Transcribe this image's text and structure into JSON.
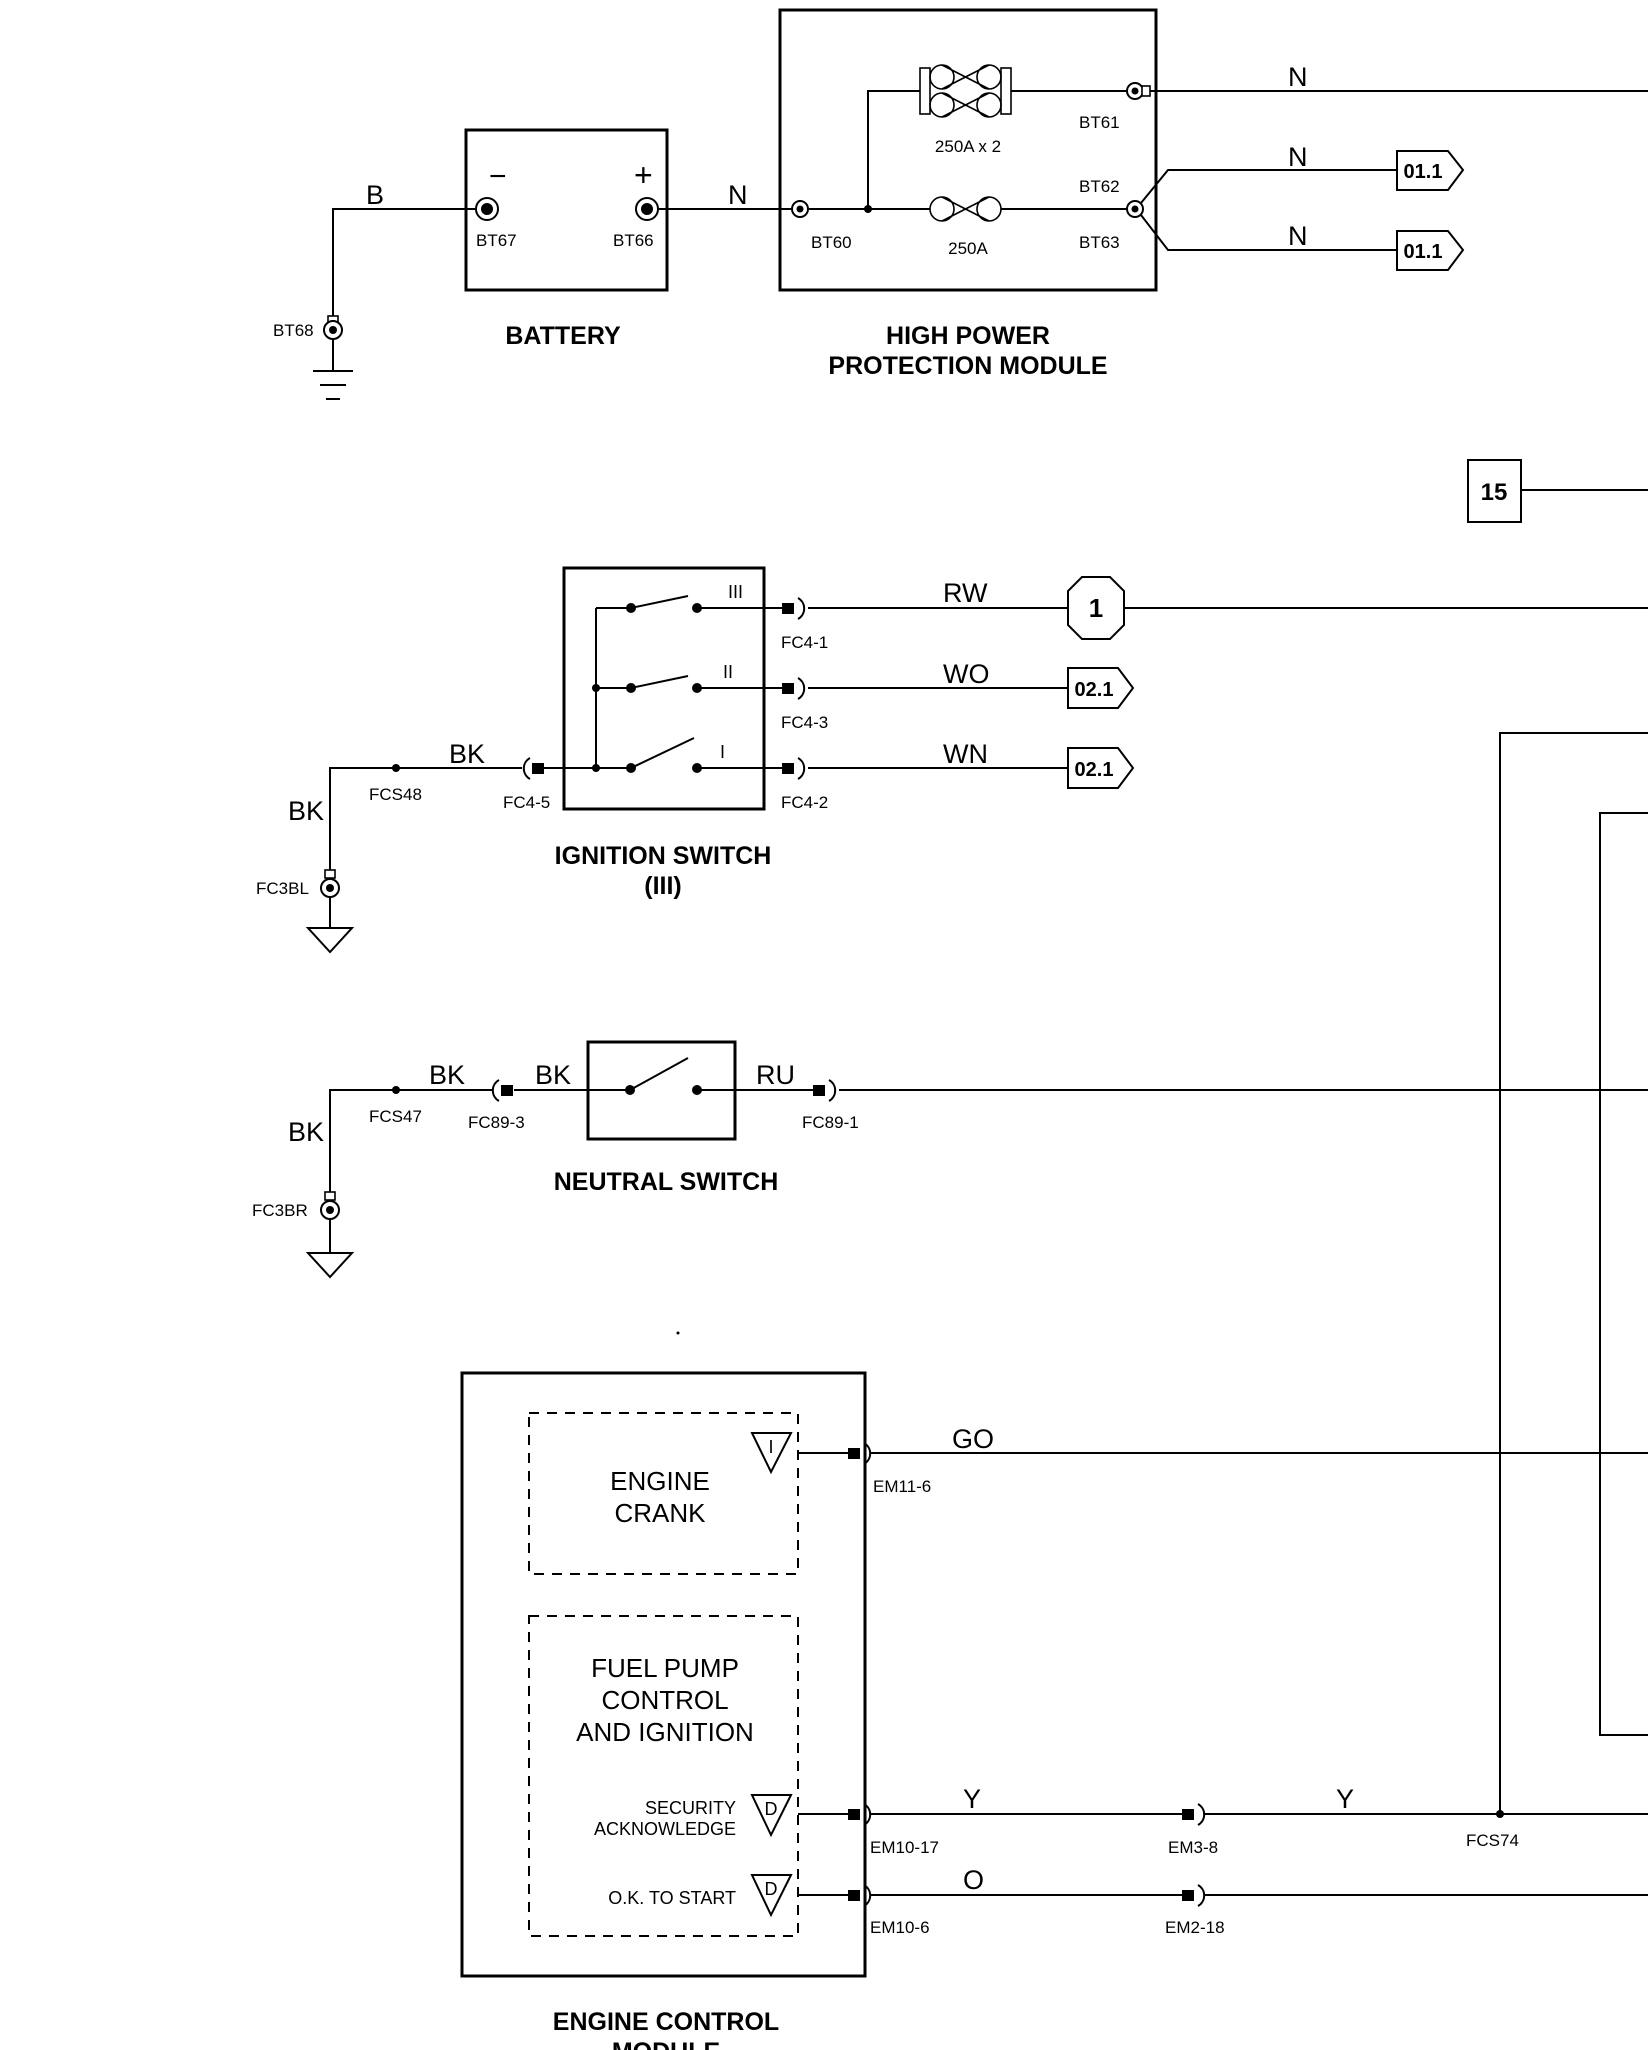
{
  "components": {
    "battery": {
      "title": "BATTERY",
      "neg_sign": "−",
      "pos_sign": "+",
      "neg_pin": "BT67",
      "pos_pin": "BT66",
      "ground_pin": "BT68"
    },
    "hppm": {
      "title_line1": "HIGH POWER",
      "title_line2": "PROTECTION MODULE",
      "fuse1_label": "250A x 2",
      "fuse2_label": "250A",
      "pin_in": "BT60",
      "pin_out1": "BT61",
      "pin_out2": "BT62",
      "pin_out3": "BT63"
    },
    "ignition_switch": {
      "title_line1": "IGNITION SWITCH",
      "title_line2": "(III)",
      "pos_iii": "III",
      "pos_ii": "II",
      "pos_i": "I",
      "pin_in": "FC4-5",
      "pin_iii": "FC4-1",
      "pin_ii": "FC4-3",
      "pin_i": "FC4-2",
      "splice": "FCS48",
      "ground": "FC3BL"
    },
    "neutral_switch": {
      "title": "NEUTRAL SWITCH",
      "pin_in": "FC89-3",
      "pin_out": "FC89-1",
      "splice": "FCS47",
      "ground": "FC3BR"
    },
    "ecm": {
      "title_line1": "ENGINE CONTROL",
      "title_line2": "MODULE",
      "crank_line1": "ENGINE",
      "crank_line2": "CRANK",
      "crank_symbol": "I",
      "fp_line1": "FUEL PUMP",
      "fp_line2": "CONTROL",
      "fp_line3": "AND IGNITION",
      "sec_line1": "SECURITY",
      "sec_line2": "ACKNOWLEDGE",
      "sec_symbol": "D",
      "ok_label": "O.K. TO START",
      "ok_symbol": "D",
      "pin_crank": "EM11-6",
      "pin_sec": "EM10-17",
      "pin_ok": "EM10-6",
      "inline_sec": "EM3-8",
      "inline_ok": "EM2-18",
      "splice": "FCS74"
    }
  },
  "wires": {
    "batt_ground": "B",
    "batt_hppm": "N",
    "hppm_out1": "N",
    "hppm_out2": "N",
    "hppm_out3": "N",
    "ign_iii": "RW",
    "ign_ii": "WO",
    "ign_i": "WN",
    "ign_feed": "BK",
    "ign_ground": "BK",
    "ns_feed1": "BK",
    "ns_feed2": "BK",
    "ns_ground": "BK",
    "ns_out": "RU",
    "crank": "GO",
    "sec1": "Y",
    "sec2": "Y",
    "ok": "O"
  },
  "refs": {
    "hppm_ref1": "01.1",
    "hppm_ref2": "01.1",
    "ign_ref_ii": "02.1",
    "ign_ref_i": "02.1",
    "box_15": "15",
    "circle_1": "1"
  }
}
